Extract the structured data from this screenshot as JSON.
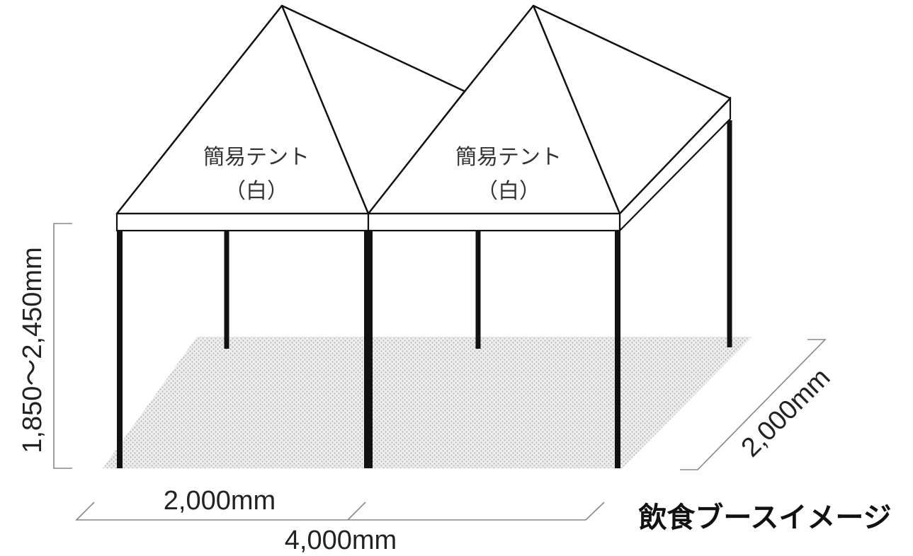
{
  "tents": [
    {
      "name": "簡易テント",
      "color_note": "（白）"
    },
    {
      "name": "簡易テント",
      "color_note": "（白）"
    }
  ],
  "dimensions": {
    "height": "1,850〜2,450mm",
    "depth": "2,000mm",
    "single_width": "2,000mm",
    "total_width": "4,000mm"
  },
  "caption": "飲食ブースイメージ",
  "colors": {
    "stroke": "#111111",
    "floor": "#d9d9d9",
    "dimension_line": "#888888"
  }
}
